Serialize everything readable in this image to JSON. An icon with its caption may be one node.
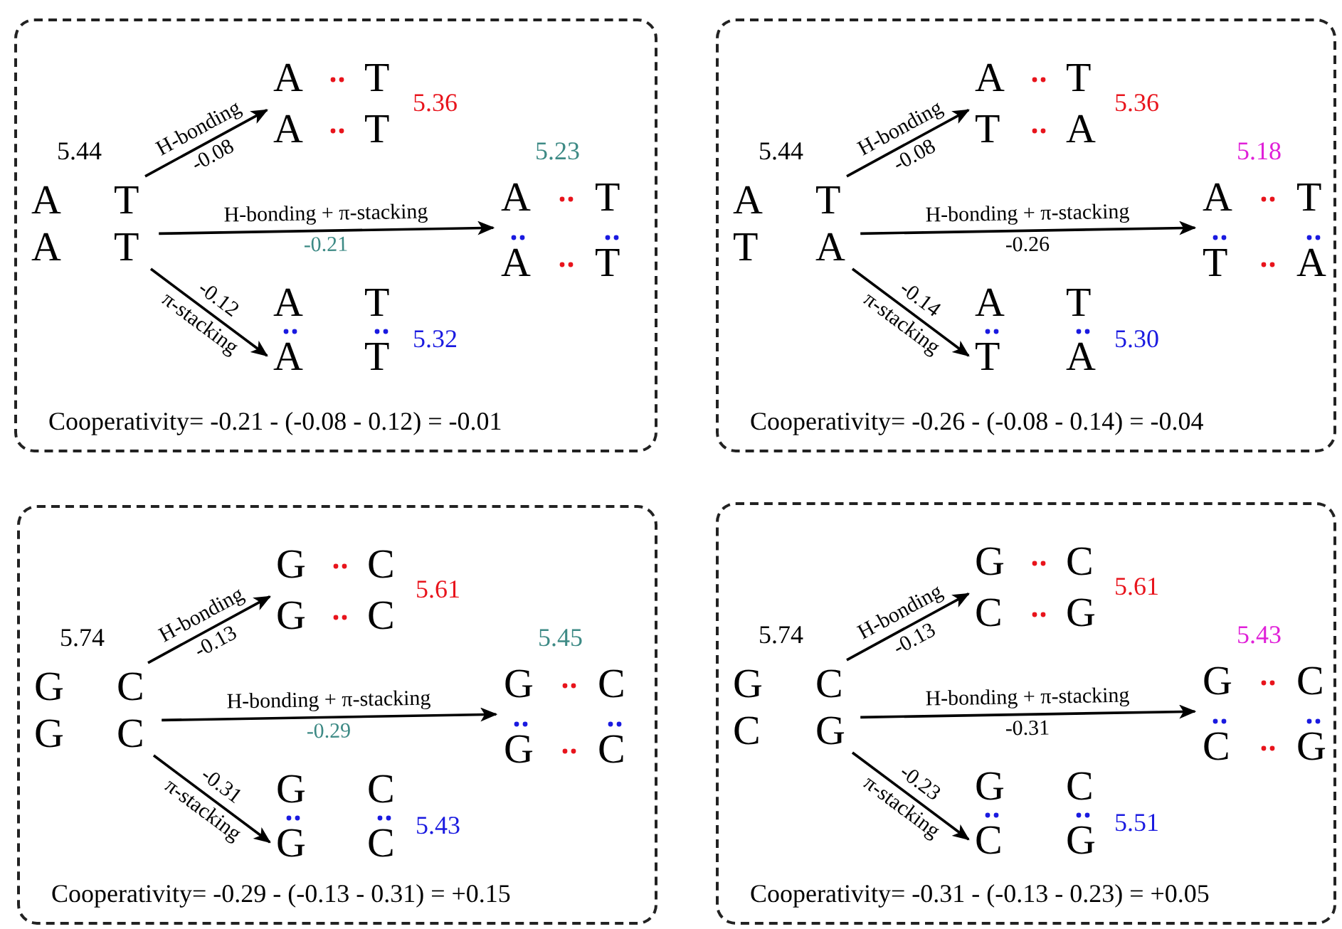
{
  "diagram": {
    "nodes": [
      {
        "text": [
          "Cooperativity= -0.21 - (-0.08 - 0.12) = -0.01"
        ]
      },
      {
        "text": [
          "A",
          "T",
          "A",
          "T"
        ],
        "in": 0,
        "beside": [
          "5.44"
        ]
      },
      {
        "text": [
          "A",
          "T",
          "A",
          "T"
        ],
        "in": 0,
        "beside": [
          "5.36"
        ]
      },
      {
        "text": [
          "A",
          "T",
          "A",
          "T"
        ],
        "in": 0,
        "beside": [
          "5.23"
        ]
      },
      {
        "text": [
          "A",
          "T",
          "A",
          "T"
        ],
        "in": 0,
        "beside": [
          "5.32"
        ]
      },
      {
        "text": [
          "Cooperativity= -0.26 - (-0.08 - 0.14) = -0.04"
        ]
      },
      {
        "text": [
          "A",
          "T",
          "T",
          "A"
        ],
        "in": 5,
        "beside": [
          "5.44"
        ]
      },
      {
        "text": [
          "A",
          "T",
          "T",
          "A"
        ],
        "in": 5,
        "beside": [
          "5.36"
        ]
      },
      {
        "text": [
          "A",
          "T",
          "T",
          "A"
        ],
        "in": 5,
        "beside": [
          "5.18"
        ]
      },
      {
        "text": [
          "A",
          "T",
          "T",
          "A"
        ],
        "in": 5,
        "beside": [
          "5.30"
        ]
      },
      {
        "text": [
          "Cooperativity= -0.29 - (-0.13 - 0.31) = +0.15"
        ]
      },
      {
        "text": [
          "G",
          "C",
          "G",
          "C"
        ],
        "in": 10,
        "beside": [
          "5.74"
        ]
      },
      {
        "text": [
          "G",
          "C",
          "G",
          "C"
        ],
        "in": 10,
        "beside": [
          "5.61"
        ]
      },
      {
        "text": [
          "G",
          "C",
          "G",
          "C"
        ],
        "in": 10,
        "beside": [
          "5.45"
        ]
      },
      {
        "text": [
          "G",
          "C",
          "G",
          "C"
        ],
        "in": 10,
        "beside": [
          "5.43"
        ]
      },
      {
        "text": [
          "Cooperativity= -0.31 - (-0.13 - 0.23) = +0.05"
        ]
      },
      {
        "text": [
          "G",
          "C",
          "C",
          "G"
        ],
        "in": 15,
        "beside": [
          "5.74"
        ]
      },
      {
        "text": [
          "G",
          "C",
          "C",
          "G"
        ],
        "in": 15,
        "beside": [
          "5.61"
        ]
      },
      {
        "text": [
          "G",
          "C",
          "C",
          "G"
        ],
        "in": 15,
        "beside": [
          "5.43"
        ]
      },
      {
        "text": [
          "G",
          "C",
          "C",
          "G"
        ],
        "in": 15,
        "beside": [
          "5.51"
        ]
      }
    ],
    "edges": [
      {
        "from": 1,
        "to": 2,
        "arrow": "to",
        "label": "H-bonding"
      },
      {
        "from": 1,
        "to": 3,
        "arrow": "to",
        "label": "H-bonding + π-stacking"
      },
      {
        "from": 1,
        "to": 4,
        "arrow": "to",
        "label": "π-stacking"
      },
      {
        "from": 6,
        "to": 7,
        "arrow": "to",
        "label": "H-bonding"
      },
      {
        "from": 6,
        "to": 8,
        "arrow": "to",
        "label": "H-bonding + π-stacking"
      },
      {
        "from": 6,
        "to": 9,
        "arrow": "to",
        "label": "π-stacking"
      },
      {
        "from": 11,
        "to": 12,
        "arrow": "to",
        "label": "H-bonding"
      },
      {
        "from": 11,
        "to": 13,
        "arrow": "to",
        "label": "H-bonding + π-stacking"
      },
      {
        "from": 11,
        "to": 14,
        "arrow": "to",
        "label": "π-stacking"
      },
      {
        "from": 16,
        "to": 17,
        "arrow": "to",
        "label": "H-bonding"
      },
      {
        "from": 16,
        "to": 18,
        "arrow": "to",
        "label": "H-bonding + π-stacking"
      },
      {
        "from": 16,
        "to": 19,
        "arrow": "to",
        "label": "π-stacking"
      }
    ],
    "labels": [
      "-0.08",
      "-0.21",
      "-0.12",
      "-0.08",
      "-0.26",
      "-0.14",
      "-0.13",
      "-0.29",
      "-0.31",
      "-0.13",
      "-0.31",
      "-0.23"
    ]
  }
}
